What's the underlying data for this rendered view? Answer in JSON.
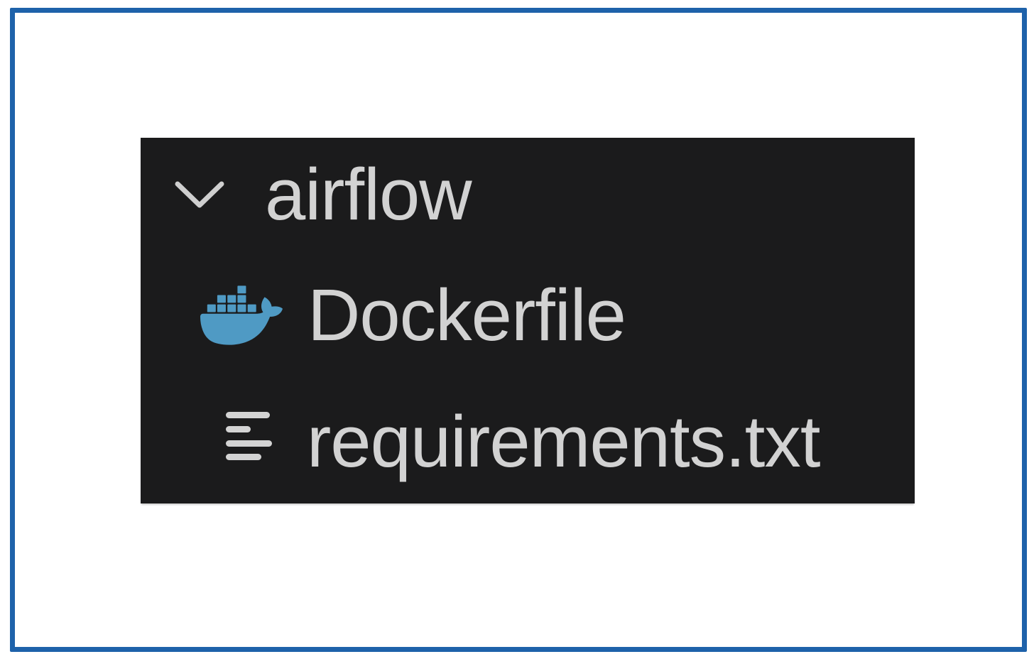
{
  "window": {
    "background_color": "#ffffff",
    "frame_border_color": "#1e62aa"
  },
  "file_tree": {
    "background_color": "#1b1b1c",
    "text_color": "#d2d2d2",
    "chevron_color": "#cfcfcf",
    "items": [
      {
        "label": "airflow",
        "type": "folder",
        "state": "expanded",
        "icon": "chevron-down-icon"
      },
      {
        "label": "Dockerfile",
        "type": "file",
        "icon": "docker-whale-icon",
        "icon_color": "#4f9ac4"
      },
      {
        "label": "requirements.txt",
        "type": "file",
        "icon": "text-file-icon",
        "icon_color": "#d3d3d3"
      }
    ]
  }
}
